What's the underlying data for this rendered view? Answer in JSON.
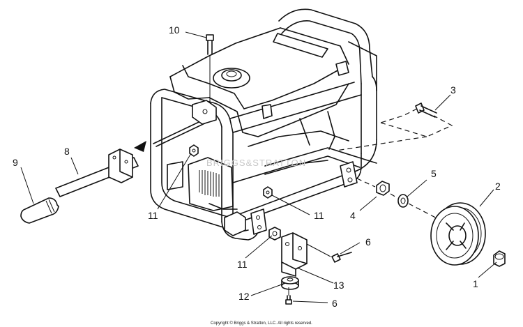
{
  "watermark": "BRIGGS&STRATTON",
  "copyright": "Copyright © Briggs & Stratton, LLC. All rights reserved.",
  "callouts": {
    "c1": "1",
    "c2": "2",
    "c3": "3",
    "c4": "4",
    "c5": "5",
    "c6a": "6",
    "c6b": "6",
    "c8": "8",
    "c9": "9",
    "c10": "10",
    "c11a": "11",
    "c11b": "11",
    "c11c": "11",
    "c12": "12",
    "c13": "13"
  }
}
